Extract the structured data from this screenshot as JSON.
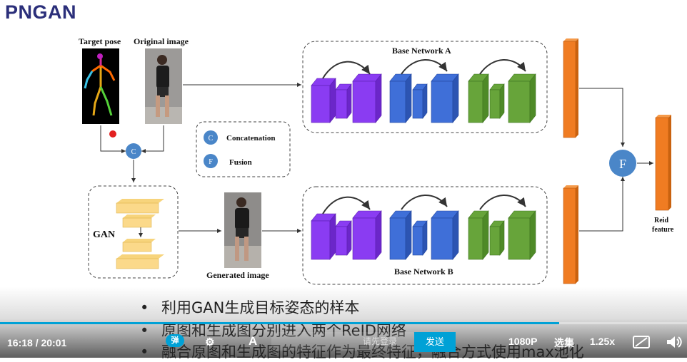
{
  "slide": {
    "title": "PNGAN",
    "diagram": {
      "target_pose_label": "Target pose",
      "original_image_label": "Original image",
      "concat_node": "C",
      "legend_concat_symbol": "C",
      "legend_concat_text": "Concatenation",
      "legend_fusion_symbol": "F",
      "legend_fusion_text": "Fusion",
      "gan_label": "GAN",
      "generated_image_label": "Generated image",
      "base_network_a": "Base Network A",
      "base_network_b": "Base Network B",
      "fusion_node": "F",
      "reid_feature_line1": "Reid",
      "reid_feature_line2": "feature"
    },
    "bullets": [
      "利用GAN生成目标姿态的样本",
      "原图和生成图分别进入两个ReID网络",
      "融合原图和生成图的特征作为最终特征，融合方式使用max池化"
    ]
  },
  "player": {
    "current_time": "16:18",
    "separator": "/",
    "total_time": "20:01",
    "progress": 0.8143,
    "danmaku_toggle": "弹",
    "danmaku_settings": "⚙",
    "danmaku_style": "A",
    "danmaku_placeholder": "请先登录",
    "send_label": "发送",
    "quality": "1080P",
    "episodes": "选集",
    "speed": "1.25x",
    "accent_color": "#00a1d6"
  }
}
